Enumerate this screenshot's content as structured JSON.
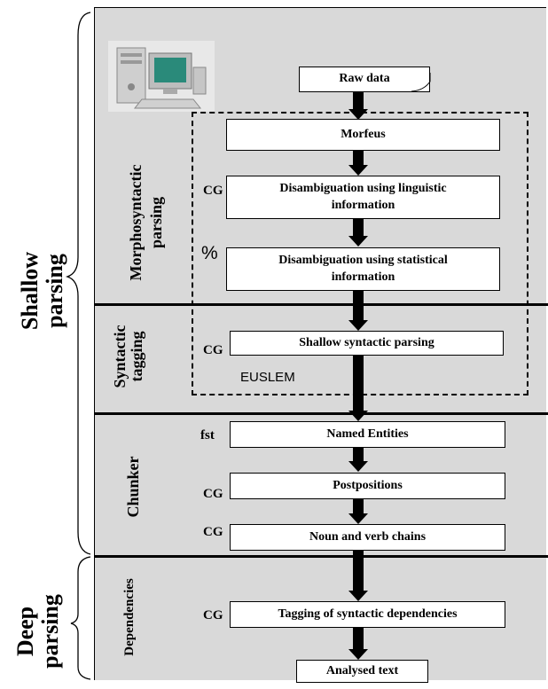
{
  "left_labels": {
    "shallow_1": "Shallow",
    "shallow_2": "parsing",
    "deep_1": "Deep",
    "deep_2": "parsing"
  },
  "section_labels": {
    "morpho_1": "Morphosyntactic",
    "morpho_2": "parsing",
    "syntactic_1": "Syntactic",
    "syntactic_2": "tagging",
    "chunker": "Chunker",
    "dependencies": "Dependencies"
  },
  "boxes": {
    "raw_data": "Raw data",
    "morfeus": "Morfeus",
    "disamb_ling_1": "Disambiguation using linguistic",
    "disamb_ling_2": "information",
    "disamb_stat_1": "Disambiguation using statistical",
    "disamb_stat_2": "information",
    "shallow_syntactic": "Shallow syntactic parsing",
    "named_entities": "Named Entities",
    "postpositions": "Postpositions",
    "noun_verb": "Noun and verb chains",
    "tagging_deps": "Tagging of syntactic dependencies",
    "analysed_text": "Analysed text"
  },
  "tags": {
    "cg_ling": "CG",
    "pct_stat": "%",
    "cg_shallow": "CG",
    "fst_named": "fst",
    "cg_post": "CG",
    "cg_noun": "CG",
    "cg_deps": "CG"
  },
  "group_label": "EUSLEM",
  "icon": "computer-icon"
}
